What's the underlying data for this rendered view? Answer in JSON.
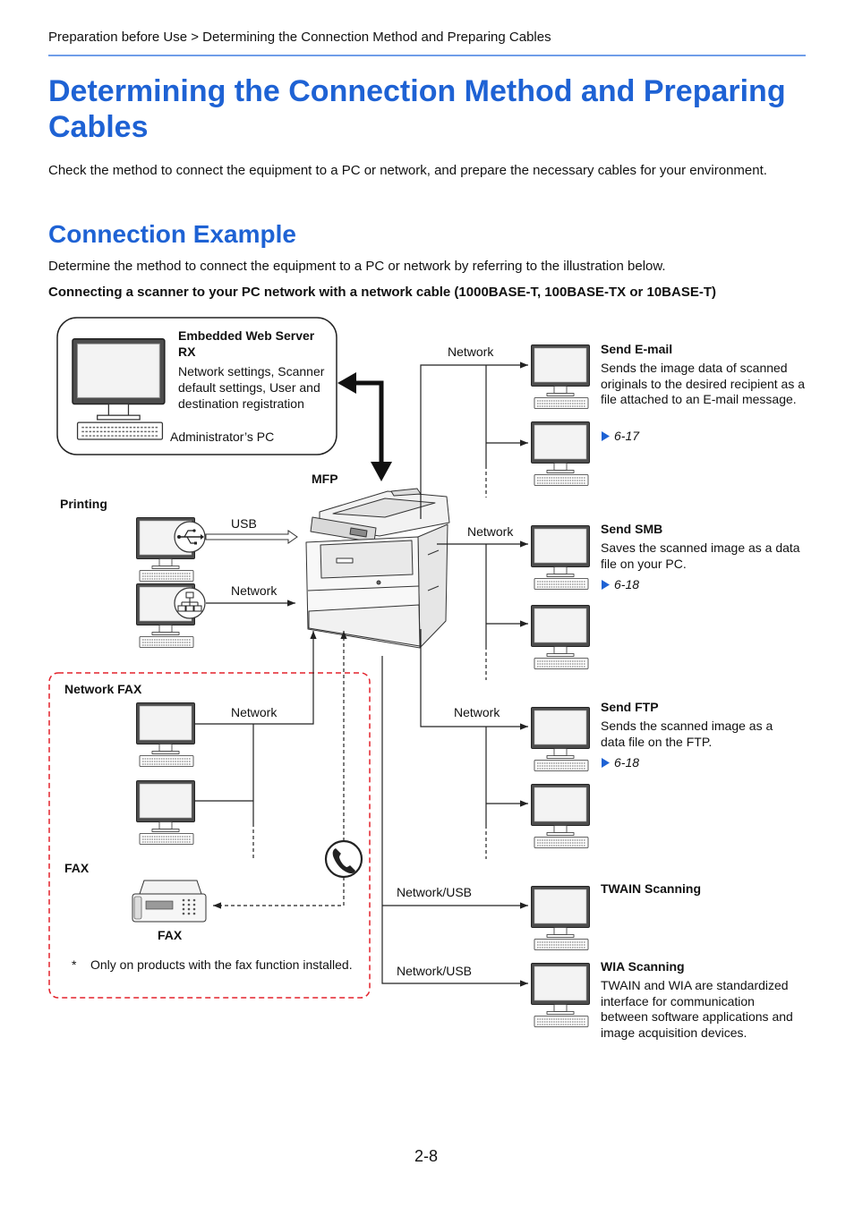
{
  "breadcrumb": "Preparation before Use > Determining the Connection Method and Preparing Cables",
  "title": "Determining the Connection Method and Preparing Cables",
  "intro": "Check the method to connect the equipment to a PC or network, and prepare the necessary cables for your environment.",
  "section": {
    "heading": "Connection Example",
    "text": "Determine the method to connect the equipment to a PC or network by referring to the illustration below.",
    "subheading": "Connecting a scanner to your PC network with a network cable (1000BASE-T, 100BASE-TX or 10BASE-T)"
  },
  "diagram": {
    "admin": {
      "title": "Embedded Web Server RX",
      "text": "Network settings, Scanner default settings, User and destination registration",
      "label": "Administrator’s PC"
    },
    "mfp_label": "MFP",
    "printing": {
      "label": "Printing",
      "usb": "USB",
      "network": "Network"
    },
    "network_fax": {
      "label": "Network FAX",
      "network": "Network",
      "fax_label": "FAX",
      "fax_device_label": "FAX",
      "note_mark": "*",
      "note": "Only on products with the fax function installed."
    },
    "send_email": {
      "connection": "Network",
      "title": "Send E-mail",
      "text": "Sends the image data of scanned originals to the desired recipient as a file attached to an E-mail message.",
      "ref": "6-17"
    },
    "send_smb": {
      "connection": "Network",
      "title": "Send SMB",
      "text": "Saves the scanned image as a data file on your PC.",
      "ref": "6-18"
    },
    "send_ftp": {
      "connection": "Network",
      "title": "Send FTP",
      "text": "Sends the scanned image as a data file on the FTP.",
      "ref": "6-18"
    },
    "twain": {
      "connection": "Network/USB",
      "title": "TWAIN Scanning"
    },
    "wia": {
      "connection": "Network/USB",
      "title": "WIA Scanning",
      "text": "TWAIN and WIA are standardized interface for communication between software applications and image acquisition devices."
    }
  },
  "page_number": "2-8",
  "colors": {
    "heading": "#1e62d4",
    "rule": "#6f9de9",
    "fax_border": "#e3222b",
    "ref_arrow": "#1e62d4"
  },
  "icons": [
    "pc-monitor-icon",
    "usb-icon",
    "network-icon",
    "telephone-icon",
    "fax-machine-icon",
    "reference-arrow-icon",
    "mfp-printer-illustration"
  ]
}
